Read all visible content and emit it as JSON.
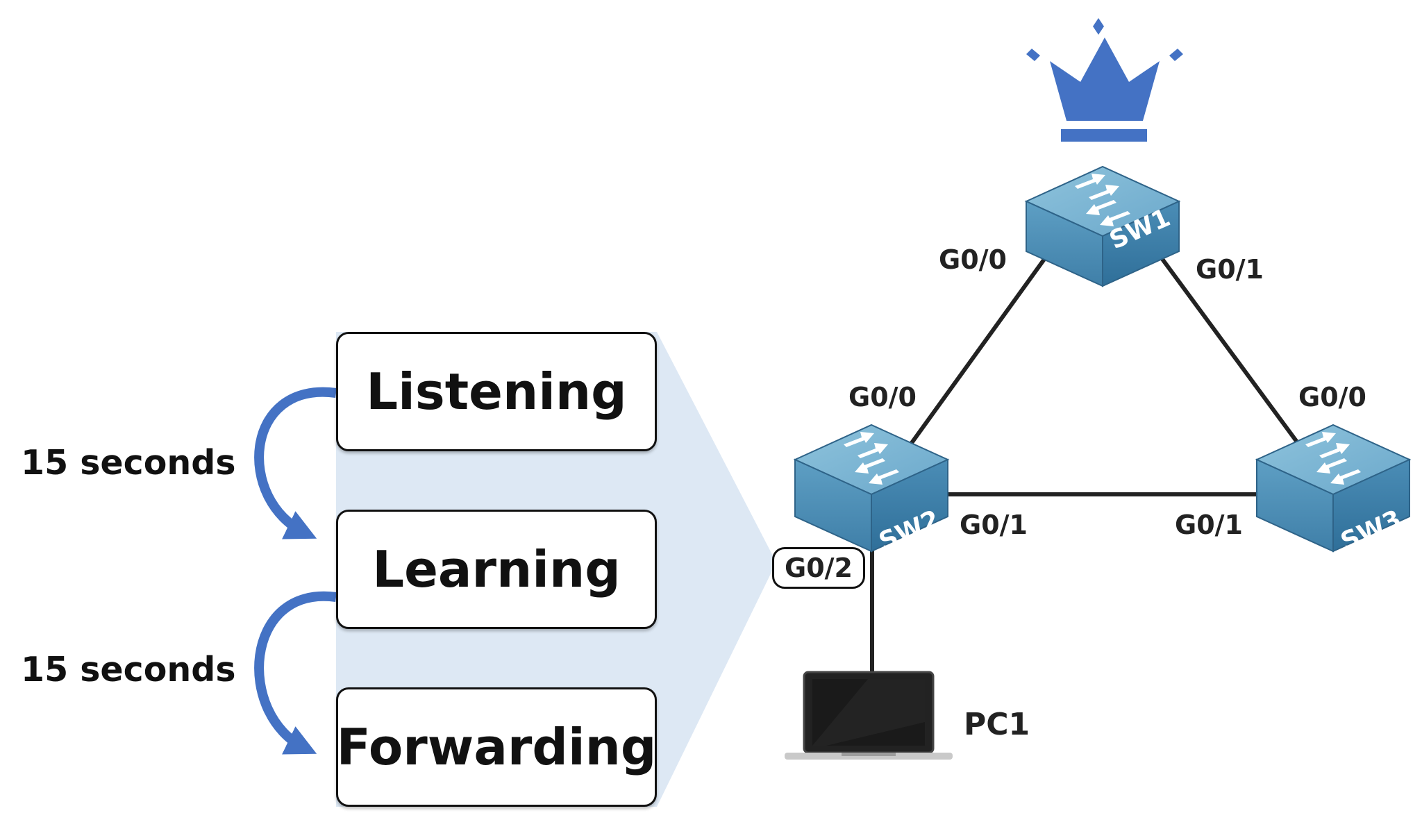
{
  "states": [
    {
      "label": "Listening"
    },
    {
      "label": "Learning"
    },
    {
      "label": "Forwarding"
    }
  ],
  "transitions": [
    {
      "label": "15 seconds"
    },
    {
      "label": "15 seconds"
    }
  ],
  "root_bridge_icon": "crown-icon",
  "switches": [
    {
      "name": "SW1"
    },
    {
      "name": "SW2"
    },
    {
      "name": "SW3"
    }
  ],
  "ports": {
    "sw1_g00": "G0/0",
    "sw1_g01": "G0/1",
    "sw2_g00": "G0/0",
    "sw2_g01": "G0/1",
    "sw2_g02": "G0/2",
    "sw3_g00": "G0/0",
    "sw3_g01": "G0/1"
  },
  "pc": {
    "name": "PC1"
  },
  "colors": {
    "arrow": "#4472C4",
    "crown": "#4472C4",
    "highlight": "#DDE8F4",
    "switch_top": "#7FB7D3",
    "switch_front": "#5A9BC0",
    "switch_side": "#3F7FA6"
  }
}
